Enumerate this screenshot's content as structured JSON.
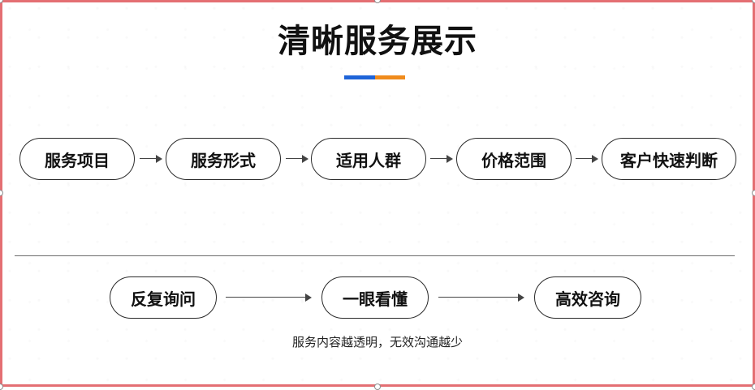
{
  "title": "清晰服务展示",
  "accent_colors": {
    "blue": "#1f64d8",
    "orange": "#f08b1c",
    "frame": "#e46f73"
  },
  "top_flow": [
    "服务项目",
    "服务形式",
    "适用人群",
    "价格范围",
    "客户快速判断"
  ],
  "bottom_flow": [
    "反复询问",
    "一眼看懂",
    "高效咨询"
  ],
  "caption": "服务内容越透明，无效沟通越少"
}
